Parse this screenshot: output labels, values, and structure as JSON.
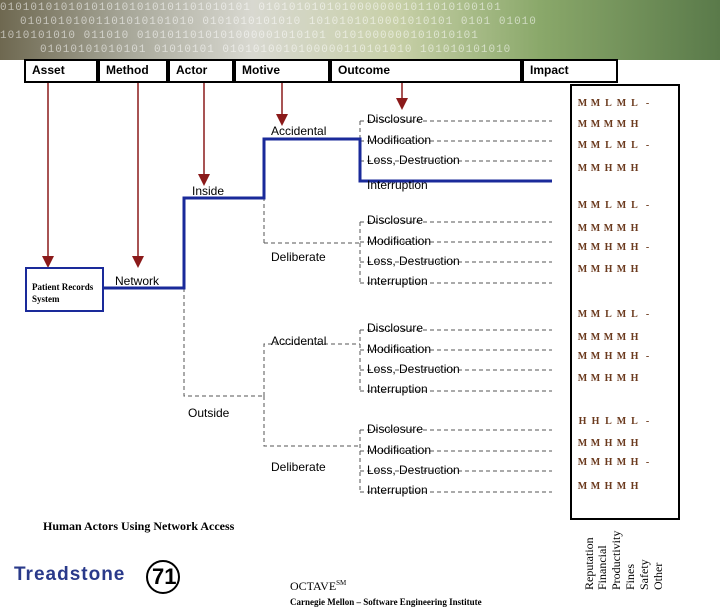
{
  "banner_bits": [
    "010101010101010101010101101010101 01010101010100000001011010100101",
    "01010101001101010101010 0101010101010 1010101010001010101 0101 01010",
    "1010101010 011010 0101011010101000001010101 0101000000101010101",
    "01010101010101 01010101 0101010010100000110101010 101010101010"
  ],
  "headers": {
    "asset": "Asset",
    "method": "Method",
    "actor": "Actor",
    "motive": "Motive",
    "outcome": "Outcome",
    "impact": "Impact"
  },
  "asset_box": "Patient Records System",
  "method": "Network",
  "actors": {
    "inside": "Inside",
    "outside": "Outside"
  },
  "motives": {
    "accidental": "Accidental",
    "deliberate": "Deliberate"
  },
  "outcomes": [
    "Disclosure",
    "Modification",
    "Loss, Destruction",
    "Interruption"
  ],
  "impact_rows": [
    [
      "M",
      "M",
      "L",
      "M",
      "L",
      "-"
    ],
    [
      "M",
      "M",
      "M",
      "M",
      "H",
      ""
    ],
    [
      "M",
      "M",
      "L",
      "M",
      "L",
      "-"
    ],
    [
      "M",
      "M",
      "H",
      "M",
      "H",
      ""
    ],
    [
      "M",
      "M",
      "L",
      "M",
      "L",
      "-"
    ],
    [
      "M",
      "M",
      "M",
      "M",
      "H",
      ""
    ],
    [
      "M",
      "M",
      "H",
      "M",
      "H",
      "-"
    ],
    [
      "M",
      "M",
      "H",
      "M",
      "H",
      ""
    ],
    [
      "M",
      "M",
      "L",
      "M",
      "L",
      "-"
    ],
    [
      "M",
      "M",
      "M",
      "M",
      "H",
      ""
    ],
    [
      "M",
      "M",
      "H",
      "M",
      "H",
      "-"
    ],
    [
      "M",
      "M",
      "H",
      "M",
      "H",
      ""
    ],
    [
      "H",
      "H",
      "L",
      "M",
      "L",
      "-"
    ],
    [
      "M",
      "M",
      "H",
      "M",
      "H",
      ""
    ],
    [
      "M",
      "M",
      "H",
      "M",
      "H",
      "-"
    ],
    [
      "M",
      "M",
      "H",
      "M",
      "H",
      ""
    ]
  ],
  "impact_categories": [
    "Reputation",
    "Financial",
    "Productivity",
    "Fines",
    "Safety",
    "Other"
  ],
  "caption": "Human Actors Using Network Access",
  "logo": "Treadstone",
  "logo_num": "71",
  "footer": {
    "title": "OCTAVE",
    "sm": "SM",
    "subtitle": "Carnegie Mellon – Software Engineering Institute"
  },
  "colors": {
    "highlight": "#1a2a9a",
    "impact_text": "#6b3a1e"
  }
}
